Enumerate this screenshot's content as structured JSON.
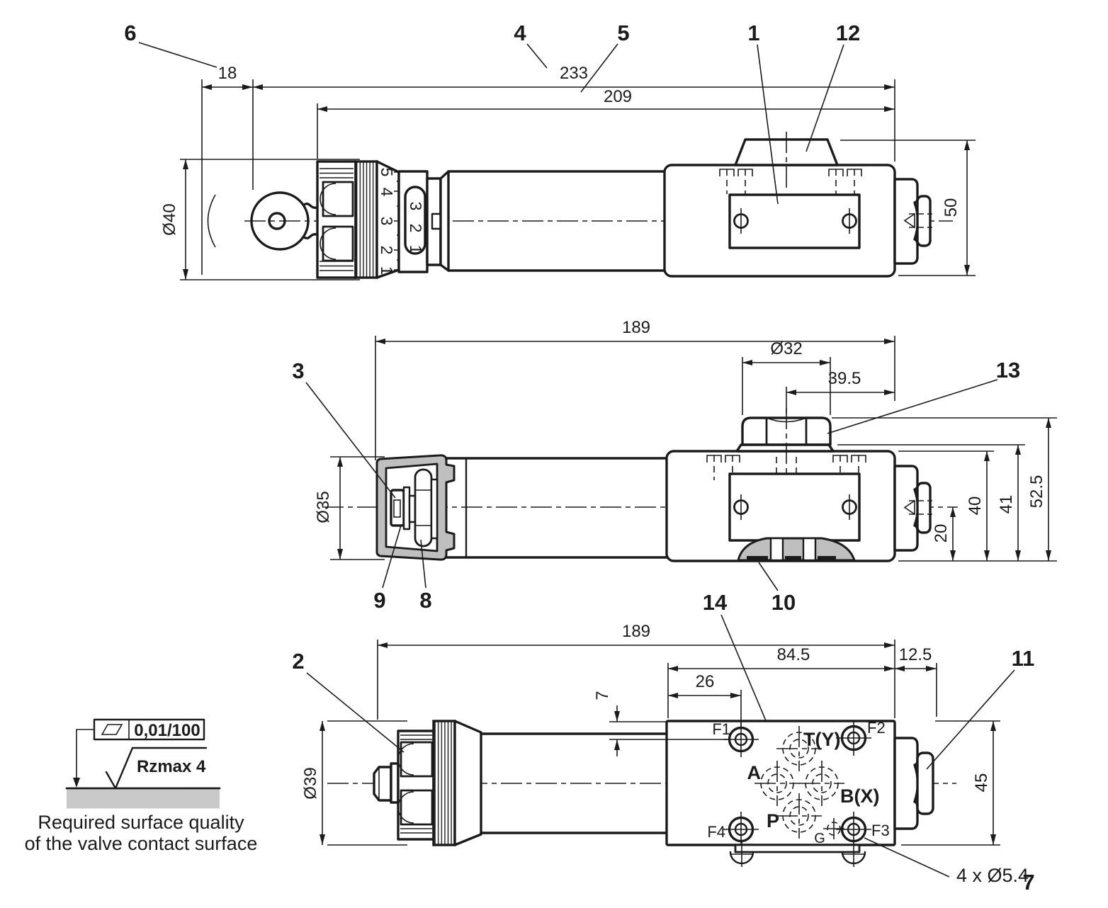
{
  "callouts": {
    "c1": "1",
    "c2": "2",
    "c3": "3",
    "c4": "4",
    "c5": "5",
    "c6": "6",
    "c7": "7",
    "c8": "8",
    "c9": "9",
    "c10": "10",
    "c11": "11",
    "c12": "12",
    "c13": "13",
    "c14": "14"
  },
  "dims": {
    "top": {
      "key_offset": "18",
      "total_length": "233",
      "body_length": "209",
      "knob_dia": "Ø40",
      "block_height": "50"
    },
    "middle": {
      "length": "189",
      "hex_dia": "Ø32",
      "hex_offset": "39.5",
      "cap_dia": "Ø35",
      "center_h": "20",
      "top_h": "40",
      "boss_h": "41",
      "hex_h": "52.5"
    },
    "bottom": {
      "length": "189",
      "block_l": "84.5",
      "nut_l": "12.5",
      "hole_x": "26",
      "hole_y": "7",
      "knob_dia": "Ø39",
      "block_w": "45",
      "mount_holes": "4 x Ø5.4"
    }
  },
  "ports": {
    "f1": "F1",
    "f2": "F2",
    "f3": "F3",
    "f4": "F4",
    "t": "T(Y)",
    "a": "A",
    "b": "B(X)",
    "p": "P",
    "g": "G"
  },
  "knob_scale": {
    "ring": [
      "5",
      "4",
      "3",
      "2",
      "1"
    ],
    "window": [
      "3",
      "2",
      "1"
    ]
  },
  "surface_note": {
    "flatness": "0,01/100",
    "roughness": "Rzmax 4",
    "caption1": "Required surface quality",
    "caption2": "of the valve contact surface"
  }
}
